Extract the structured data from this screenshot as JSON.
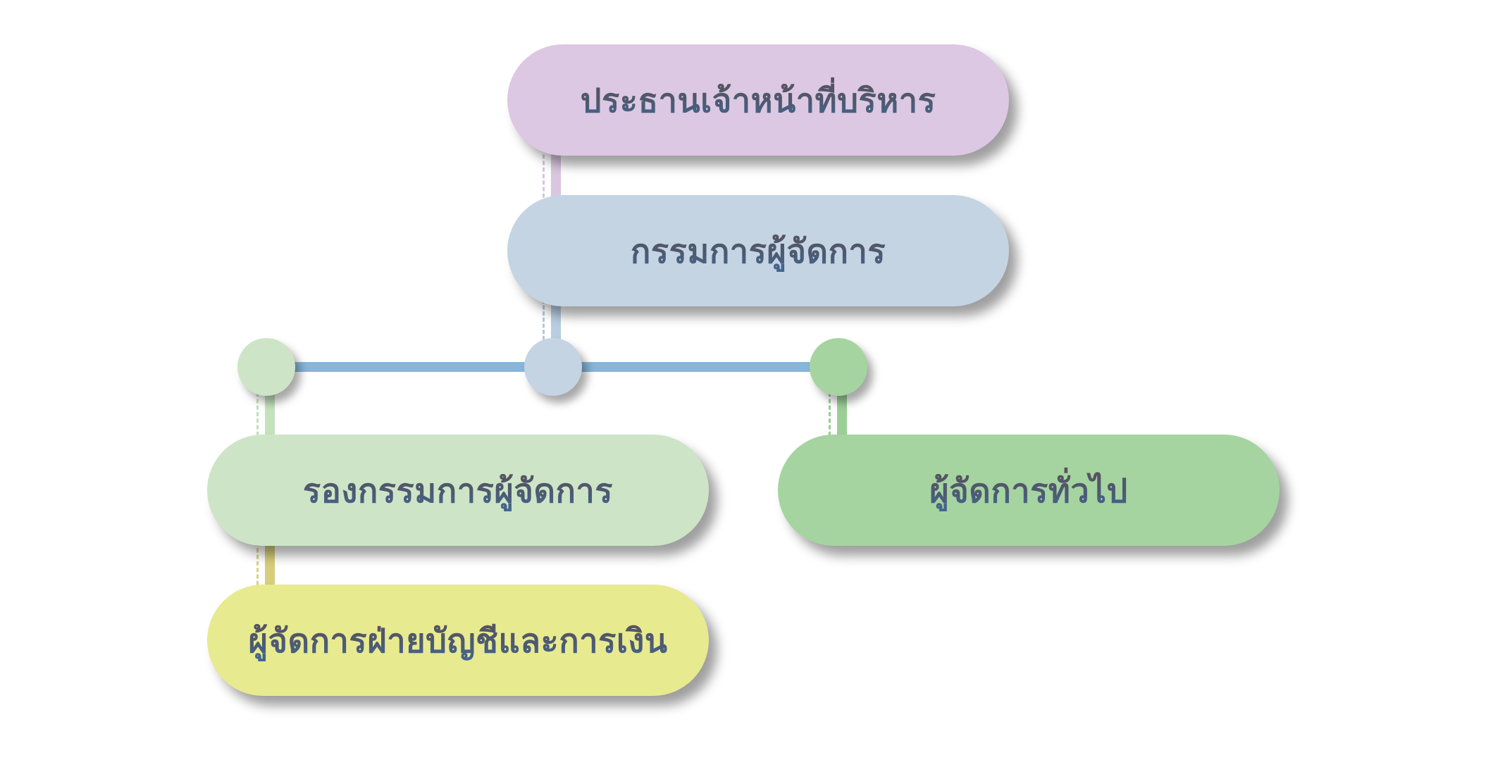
{
  "org_chart": {
    "ceo": {
      "label": "ประธานเจ้าหน้าที่บริหาร",
      "color": "#dcc8e2"
    },
    "managing_director": {
      "label": "กรรมการผู้จัดการ",
      "color": "#c4d4e3"
    },
    "deputy_managing_director": {
      "label": "รองกรรมการผู้จัดการ",
      "color": "#cde5c6"
    },
    "general_manager": {
      "label": "ผู้จัดการทั่วไป",
      "color": "#a5d4a0"
    },
    "accounting_finance_manager": {
      "label": "ผู้จัดการฝ่ายบัญชีและการเงิน",
      "color": "#e8ea90"
    },
    "branch_line_color": "#86b6da"
  }
}
